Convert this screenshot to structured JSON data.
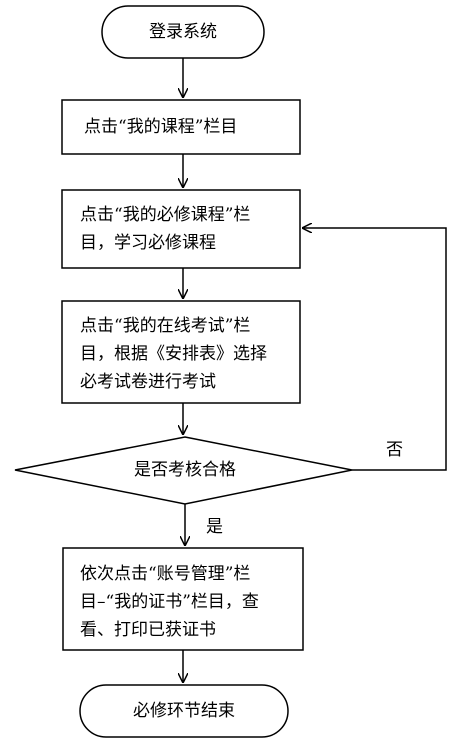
{
  "flow": {
    "start": "登录系统",
    "step1": "点击“我的课程”栏目",
    "step2": [
      "点击“我的必修课程”栏",
      "目，学习必修课程"
    ],
    "step3": [
      "点击“我的在线考试”栏",
      "目，根据《安排表》选择",
      "必考试卷进行考试"
    ],
    "decision": "是否考核合格",
    "no_label": "否",
    "yes_label": "是",
    "step4": [
      "依次点击“账号管理”栏",
      "目–“我的证书”栏目，查",
      "看、打印已获证书"
    ],
    "end": "必修环节结束"
  }
}
